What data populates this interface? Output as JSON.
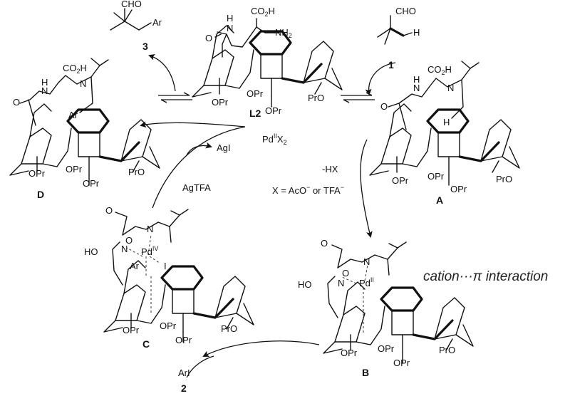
{
  "labels": {
    "compound_3": "3",
    "compound_1": "1",
    "ligand": "L2",
    "int_D": "D",
    "int_A": "A",
    "int_C": "C",
    "int_B": "B",
    "compound_2": "2",
    "pd_catalyst_base": "Pd",
    "pd_catalyst_sup": "II",
    "pd_catalyst_x": "X",
    "pd_catalyst_sub": "2",
    "agi": "AgI",
    "agtfa": "AgTFA",
    "minus_hx": "-HX",
    "x_definition": "X = AcO",
    "x_def_sup1": "−",
    "x_def_or": " or TFA",
    "x_def_sup2": "−",
    "ari": "ArI",
    "cation_pi": "cation···π interaction"
  },
  "atoms": {
    "cho": "CHO",
    "ar": "Ar",
    "h": "H",
    "co2h": "CO2H",
    "nh2": "NH2",
    "h_n": "H",
    "n": "N",
    "o": "O",
    "ho": "HO",
    "opr": "OPr",
    "pro": "PrO",
    "pd": "Pd",
    "iv": "IV",
    "ii": "II",
    "i": "I"
  },
  "colors": {
    "ink": "#111111",
    "background": "#ffffff"
  }
}
